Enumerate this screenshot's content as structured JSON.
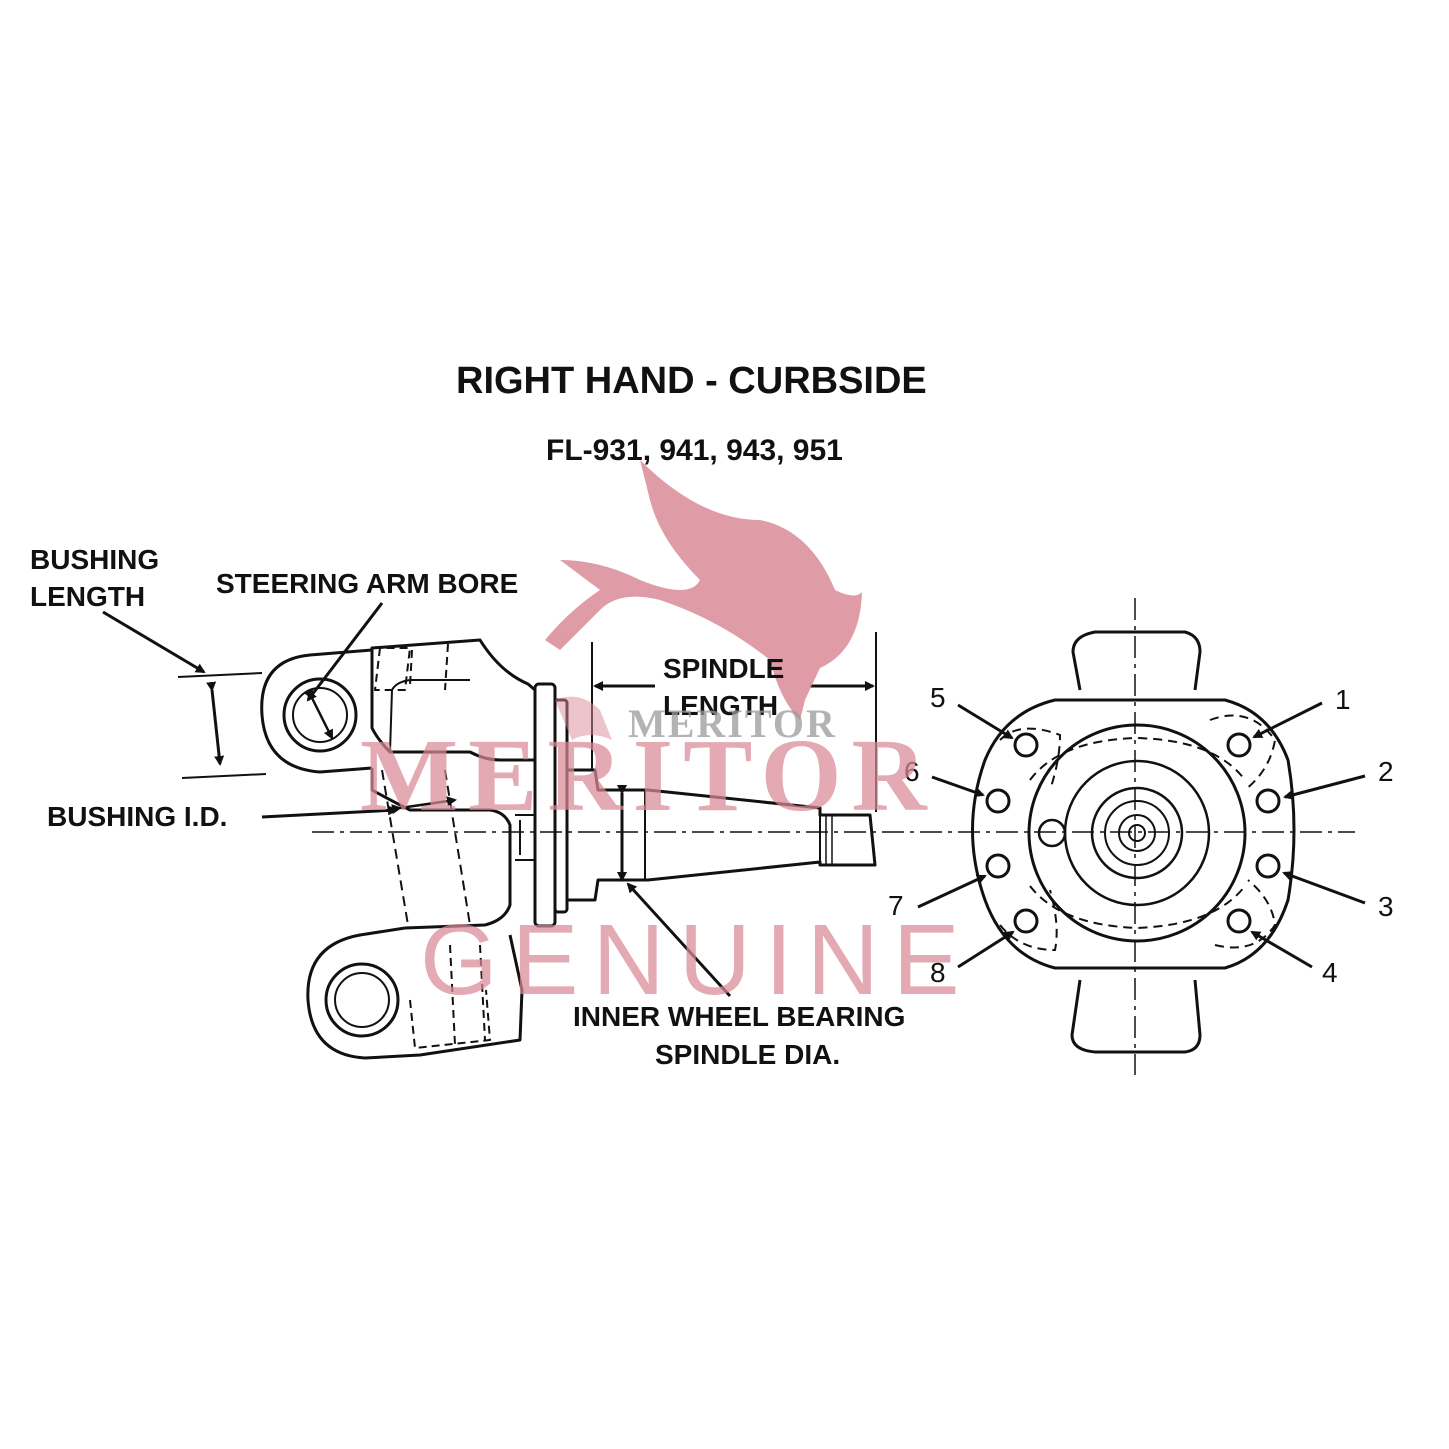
{
  "title": "RIGHT HAND - CURBSIDE",
  "subtitle": "FL-931, 941, 943, 951",
  "labels": {
    "bushing_length_1": "BUSHING",
    "bushing_length_2": "LENGTH",
    "steering_arm_bore": "STEERING ARM BORE",
    "spindle_length_1": "SPINDLE",
    "spindle_length_2": "LENGTH",
    "bushing_id": "BUSHING I.D.",
    "inner_wheel_bearing_1": "INNER WHEEL BEARING",
    "inner_wheel_bearing_2": "SPINDLE DIA."
  },
  "hole_numbers": [
    "1",
    "2",
    "3",
    "4",
    "5",
    "6",
    "7",
    "8"
  ],
  "watermark": {
    "small_brand": "MERITOR",
    "brand": "MERITOR",
    "tagline": "GENUINE",
    "color": "#d98a96"
  },
  "colors": {
    "ink": "#111111",
    "watermark": "#d98a96",
    "background": "#ffffff"
  }
}
